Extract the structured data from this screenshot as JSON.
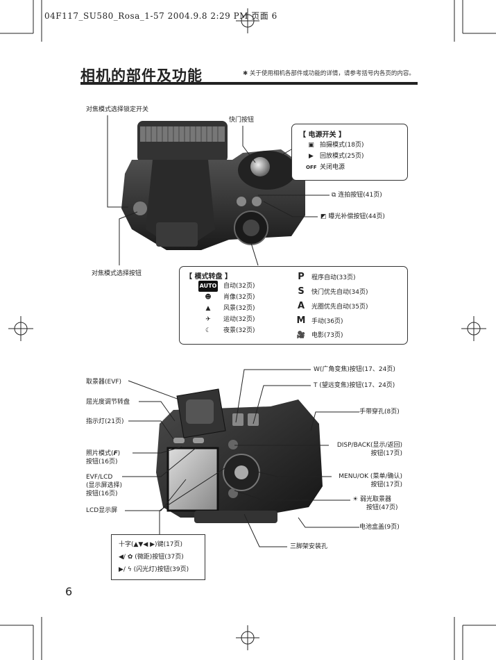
{
  "header": {
    "text": "04F117_SU580_Rosa_1-57  2004.9.8  2:29 PM  页面 6"
  },
  "title": "相机的部件及功能",
  "note": "✱ 关于使用相机各部件或功能的详情，请参考括号内各页的内容。",
  "top_labels": {
    "focus_lock": "对焦模式选择锁定开关",
    "shutter": "快门按钮",
    "continuous": "连拍按钮(41页)",
    "exposure": "曝光补偿按钮(44页)",
    "focus_mode": "对焦模式选择按钮"
  },
  "power": {
    "title": "【 电源开关 】",
    "items": [
      {
        "icon": "camera-icon",
        "glyph": "▣",
        "text": "拍摄模式(18页)"
      },
      {
        "icon": "play-icon",
        "glyph": "▶",
        "text": "回放模式(25页)"
      },
      {
        "icon": "off-text",
        "glyph": "OFF",
        "text": "关闭电源"
      }
    ]
  },
  "mode_dial": {
    "title": "【 模式转盘 】",
    "left": [
      {
        "icon": "auto-icon",
        "glyph": "AUTO",
        "text": "自动(32页)"
      },
      {
        "icon": "portrait-icon",
        "glyph": "☻",
        "text": "肖像(32页)"
      },
      {
        "icon": "landscape-icon",
        "glyph": "▲",
        "text": "风景(32页)"
      },
      {
        "icon": "sport-icon",
        "glyph": "✈",
        "text": "运动(32页)"
      },
      {
        "icon": "night-icon",
        "glyph": "☾",
        "text": "夜景(32页)"
      }
    ],
    "right": [
      {
        "glyph": "P",
        "text": "程序自动(33页)"
      },
      {
        "glyph": "S",
        "text": "快门优先自动(34页)"
      },
      {
        "glyph": "A",
        "text": "光圈优先自动(35页)"
      },
      {
        "glyph": "M",
        "text": "手动(36页)"
      },
      {
        "glyph": "🎥",
        "text": "电影(73页)"
      }
    ]
  },
  "back_labels": {
    "evf": "取景器(EVF)",
    "diopter": "屈光度调节转盘",
    "indicator": "指示灯(21页)",
    "photo_mode_1": "照片模式(",
    "photo_mode_glyph": "F",
    "photo_mode_2": ")",
    "photo_mode_3": "按钮(16页)",
    "evflcd_1": "EVF/LCD",
    "evflcd_2": "(显示屏选择)",
    "evflcd_3": "按钮(16页)",
    "lcd": "LCD显示屏",
    "w_zoom": "W(广角变焦)按钮(17、24页)",
    "t_zoom": "T (望远变焦)按钮(17、24页)",
    "strap": "手带穿孔(8页)",
    "disp_1": "DISP/BACK(显示/返回)",
    "disp_2": "按钮(17页)",
    "menu_1": "MENU/OK (菜单/确认)",
    "menu_2": "按钮(17页)",
    "lowlight_1": "弱光取景器",
    "lowlight_2": "按钮(47页)",
    "battery": "电池盒盖(9页)",
    "tripod": "三脚架安装孔"
  },
  "cross_box": {
    "line1": "十字(▲▼◀ ▶)键(17页)",
    "line2": "◀/ ✿ (微距)按钮(37页)",
    "line3": "▶/ ϟ (闪光灯)按钮(39页)"
  },
  "page_number": "6"
}
